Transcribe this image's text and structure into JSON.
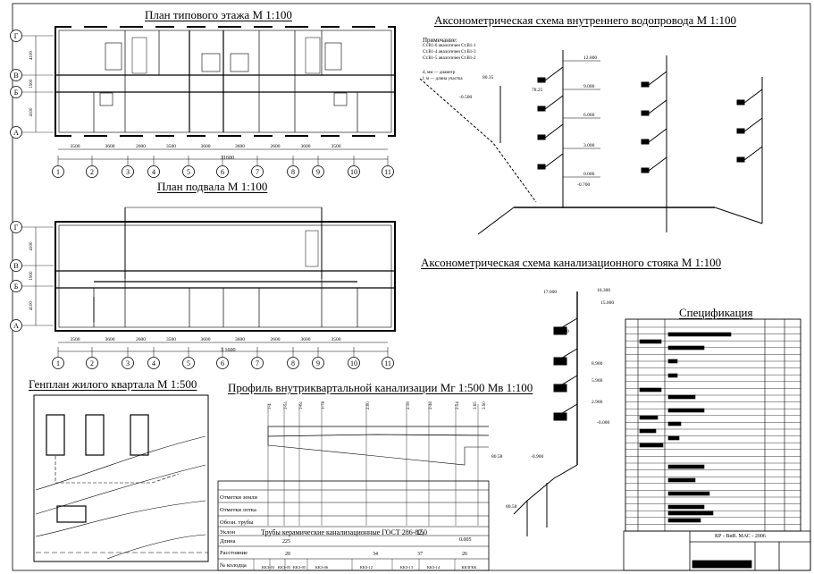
{
  "titles": {
    "typical_floor": "План типового этажа М 1:100",
    "basement": "План подвала М 1:100",
    "site_plan": "Генплан жилого квартала М 1:500",
    "profile": "Профиль внутриквартальной канализации Мг 1:500 Мв 1:100",
    "water_axo": "Аксонометрическая схема внутреннего водопровода М 1:100",
    "sewer_axo": "Аксонометрическая схема канализационного стояка М 1:100",
    "spec": "Спецификация"
  },
  "axes": {
    "columns": [
      "1",
      "2",
      "3",
      "4",
      "5",
      "6",
      "7",
      "8",
      "9",
      "10",
      "11"
    ],
    "rows": [
      "Г",
      "В",
      "Б",
      "А"
    ],
    "row_dims": [
      "4100",
      "1900",
      "4100"
    ],
    "floor_dims": [
      "3500",
      "3600",
      "2600",
      "3500",
      "3600",
      "3600",
      "2600",
      "3600",
      "3500"
    ],
    "basement_dims": [
      "3500",
      "3600",
      "2600",
      "3500",
      "3600",
      "3600",
      "2600",
      "3600",
      "3500"
    ],
    "total": "31600",
    "basement_total": "3 1600"
  },
  "legend": {
    "note_title": "Примечание:",
    "lines": [
      "Ст.В1-6 аналогичен Ст.В1-1",
      "Ст.В1-4 аналогичен Ст.В1-3",
      "Ст.В1-5 аналогичен Ст.В1-2"
    ],
    "dia": "d, мм — диаметр",
    "len": "l, м — длина участка"
  },
  "water_marks": [
    "12.000",
    "9.000",
    "6.000",
    "3.000",
    "0.000",
    "-0.700",
    "-0.500",
    "78.25",
    "80.35"
  ],
  "sewer_marks": [
    "17.000",
    "16.300",
    "15.000",
    "11.900",
    "8.900",
    "5.900",
    "2.900",
    "-0.000",
    "-0.900",
    "80.58",
    "80.58"
  ],
  "profile": {
    "top_values": [
      "1-4",
      "1-51",
      "1-61",
      "1-78",
      "2.00",
      "2.18",
      "2-40",
      "2.54",
      "3.65",
      "3.90"
    ],
    "rows": [
      "Отметки земли",
      "Отметки лотка",
      "Обозн. трубы",
      "Уклон",
      "Длина",
      "Расстояние",
      "№ колодца"
    ],
    "pipe_text": "Трубы керамические канализационные ГОСТ 286-82,",
    "diameter": "150",
    "slope": "0.005",
    "length": "225",
    "distances": [
      "20",
      "",
      "34",
      "37",
      "26"
    ],
    "wells": [
      "ККЗ-03",
      "ККЗ-05",
      "ККЗ-05",
      "ККЗ-06",
      "ККЗ-12",
      "ККЗ-13",
      "ККЗ-14",
      "ККЗГКК"
    ]
  },
  "stamp": {
    "code": "КР - ВиВ. МАС - 2006"
  }
}
